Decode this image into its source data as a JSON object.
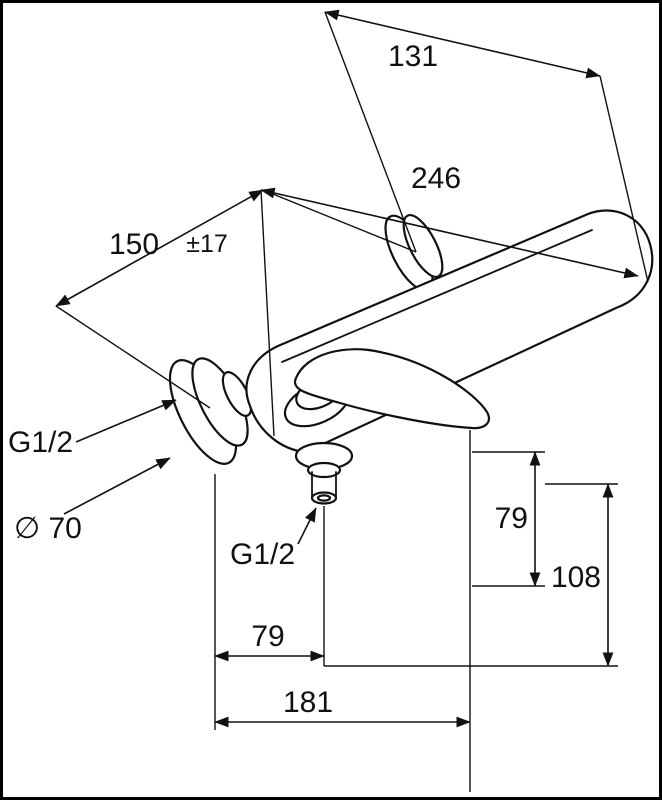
{
  "canvas": {
    "background": "#ffffff",
    "line_color": "#111111"
  },
  "labels": {
    "dim_131": "131",
    "dim_246": "246",
    "dim_150": "150",
    "dim_150_tolerance": "±17",
    "thread_top": "G1/2",
    "flange_diameter": "∅ 70",
    "thread_bottom": "G1/2",
    "dim_79_vertical": "79",
    "dim_108": "108",
    "dim_79_horizontal": "79",
    "dim_181": "181"
  }
}
